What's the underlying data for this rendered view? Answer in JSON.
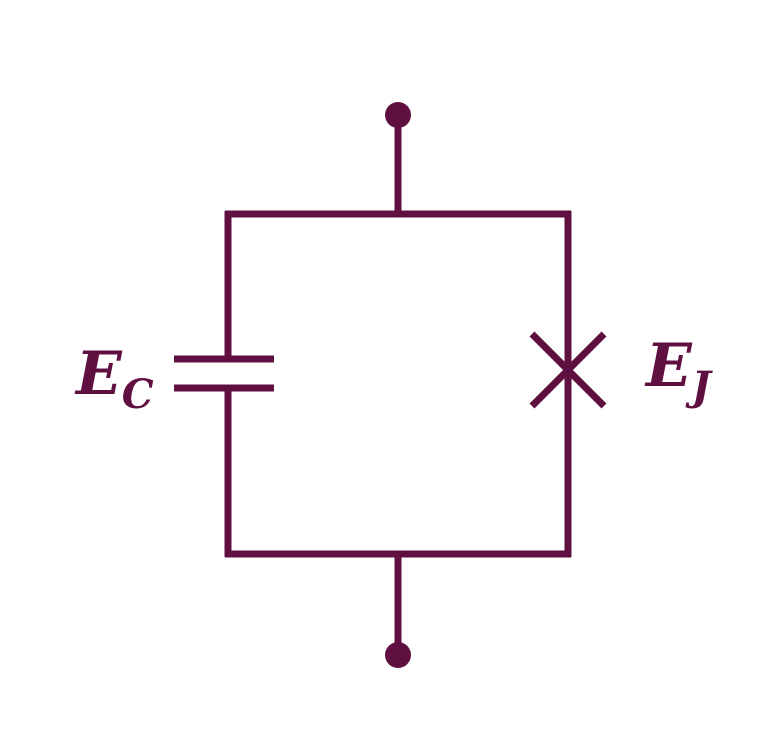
{
  "diagram": {
    "kind": "circuit",
    "components": [
      {
        "type": "capacitor",
        "label_main": "E",
        "label_sub": "C"
      },
      {
        "type": "josephson-junction",
        "label_main": "E",
        "label_sub": "J"
      }
    ],
    "terminals": 2,
    "colors": {
      "stroke": "#5f0f40",
      "background": "#ffffff"
    }
  }
}
